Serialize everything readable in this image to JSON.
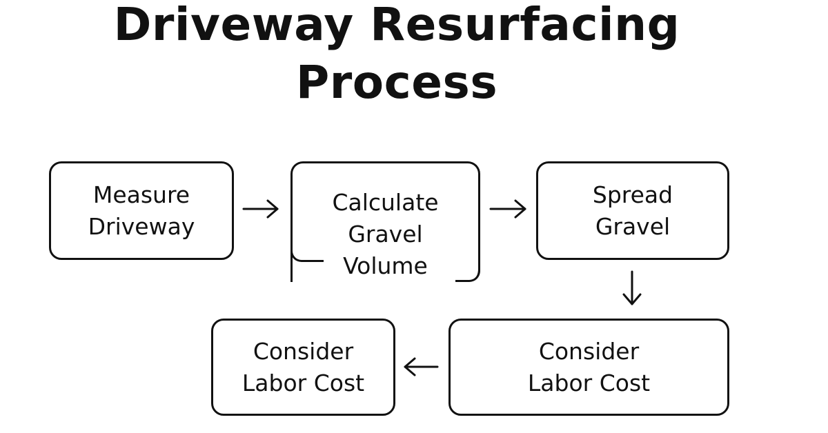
{
  "title": "Driveway Resurfacing\nProcess",
  "steps": [
    {
      "id": "measure",
      "label": "Measure\nDriveway"
    },
    {
      "id": "calculate",
      "label": "Calculate\nGravel\nVolume"
    },
    {
      "id": "spread",
      "label": "Spread\nGravel"
    },
    {
      "id": "labor_b",
      "label": "Consider\nLabor Cost"
    },
    {
      "id": "labor_a",
      "label": "Consider\nLabor Cost"
    }
  ],
  "connections": [
    {
      "from": "measure",
      "to": "calculate",
      "direction": "right"
    },
    {
      "from": "calculate",
      "to": "spread",
      "direction": "right"
    },
    {
      "from": "spread",
      "to": "labor_b",
      "direction": "down"
    },
    {
      "from": "labor_b",
      "to": "labor_a",
      "direction": "left"
    }
  ],
  "colors": {
    "stroke": "#111111",
    "background": "#ffffff"
  }
}
